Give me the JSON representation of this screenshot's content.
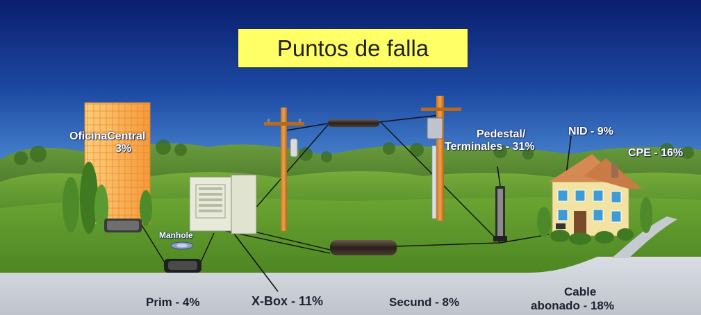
{
  "title": "Puntos de falla",
  "labels": {
    "oficina_line1": "OficinaCentral",
    "oficina_line2": "3%",
    "manhole": "Manhole",
    "pedestal_line1": "Pedestal/",
    "pedestal_line2": "Terminales - 31%",
    "nid": "NID - 9%",
    "cpe": "CPE - 16%",
    "prim": "Prim - 4%",
    "xbox": "X-Box - 11%",
    "secund": "Secund - 8%",
    "cable_line1": "Cable",
    "cable_line2": "abonado - 18%"
  },
  "colors": {
    "sky_top": "#0a1e6e",
    "sky_bottom": "#4a86d0",
    "grass": "#5f9a2e",
    "road": "#cfd3da",
    "title_bg": "#ffff66",
    "building": "#f7a648"
  }
}
